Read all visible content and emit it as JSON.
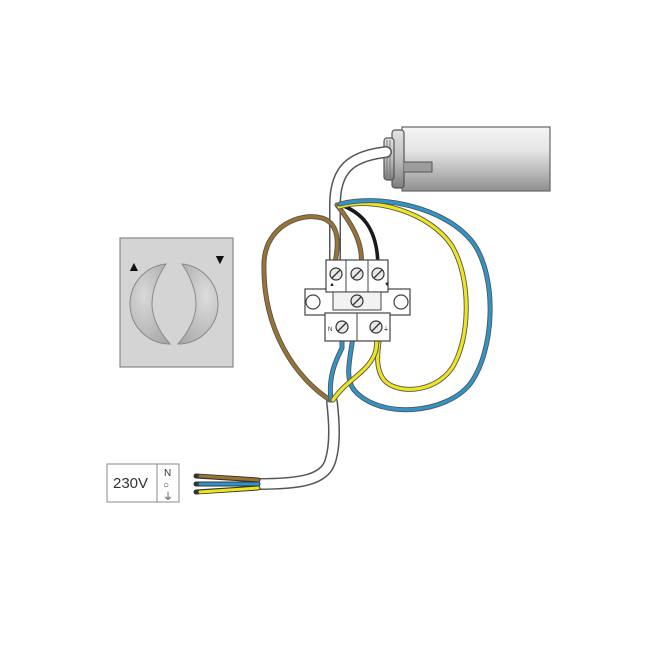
{
  "supply": {
    "voltage_label": "230V",
    "conductor_labels": [
      "N",
      "○",
      "⏚"
    ]
  },
  "switch": {
    "up_arrow": "▲",
    "down_arrow": "▼"
  },
  "terminal_block": {
    "labels": [
      "▲",
      "▼",
      "N",
      "⏚"
    ]
  },
  "colors": {
    "brown": "#9a7232",
    "blue": "#2f95c9",
    "yellow": "#eee51e",
    "black": "#1a1a1a",
    "cable": "#ffffff",
    "outline": "#555555"
  }
}
